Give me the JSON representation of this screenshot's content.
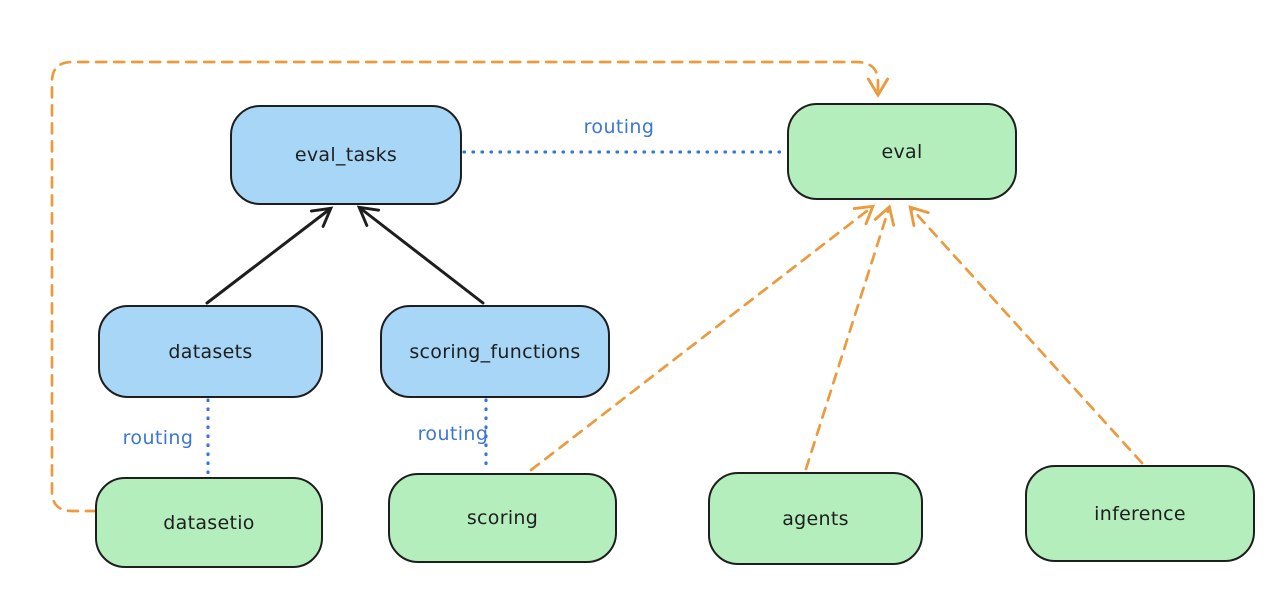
{
  "nodes": {
    "eval_tasks": {
      "label": "eval_tasks"
    },
    "datasets": {
      "label": "datasets"
    },
    "scoring_functions": {
      "label": "scoring_functions"
    },
    "eval": {
      "label": "eval"
    },
    "datasetio": {
      "label": "datasetio"
    },
    "scoring": {
      "label": "scoring"
    },
    "agents": {
      "label": "agents"
    },
    "inference": {
      "label": "inference"
    }
  },
  "edge_labels": {
    "eval_tasks_eval": "routing",
    "datasets_datasetio": "routing",
    "scoring_functions_scoring": "routing"
  },
  "colors": {
    "blue_node_fill": "#a7d6f7",
    "green_node_fill": "#b5eebd",
    "node_stroke": "#1e1e1e",
    "text": "#1e1e1e",
    "routing_blue": "#3b76d6",
    "dependency_orange": "#eb9b3e",
    "background": "#ffffff"
  }
}
